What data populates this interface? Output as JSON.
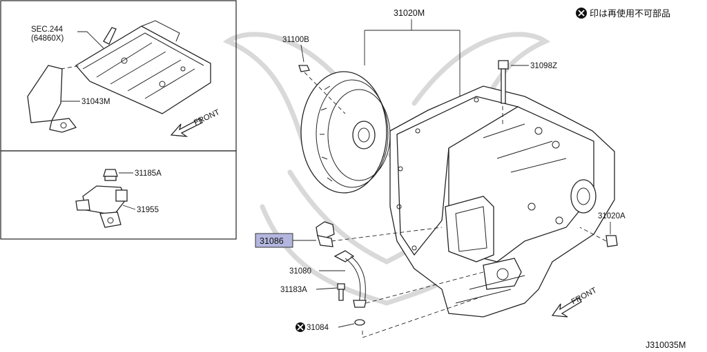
{
  "notice": {
    "text": "印は再使用不可部品"
  },
  "drawing_id": "J310035M",
  "front_label": "FRONT",
  "parts": {
    "sec244": "SEC.244",
    "sec244_sub": "(64860X)",
    "p31043M": "31043M",
    "p31185A": "31185A",
    "p31955": "31955",
    "p31100B": "31100B",
    "p31020M": "31020M",
    "p31098Z": "31098Z",
    "p31020A": "31020A",
    "p31086": "31086",
    "p31080": "31080",
    "p31183A": "31183A",
    "p31084": "31084"
  },
  "colors": {
    "highlight": "#b3b6de",
    "ink": "#222222",
    "watermark": "#d9d9d9"
  },
  "icons": {
    "non_reusable": "x-circle-icon",
    "front_arrow": "front-arrow-icon"
  }
}
